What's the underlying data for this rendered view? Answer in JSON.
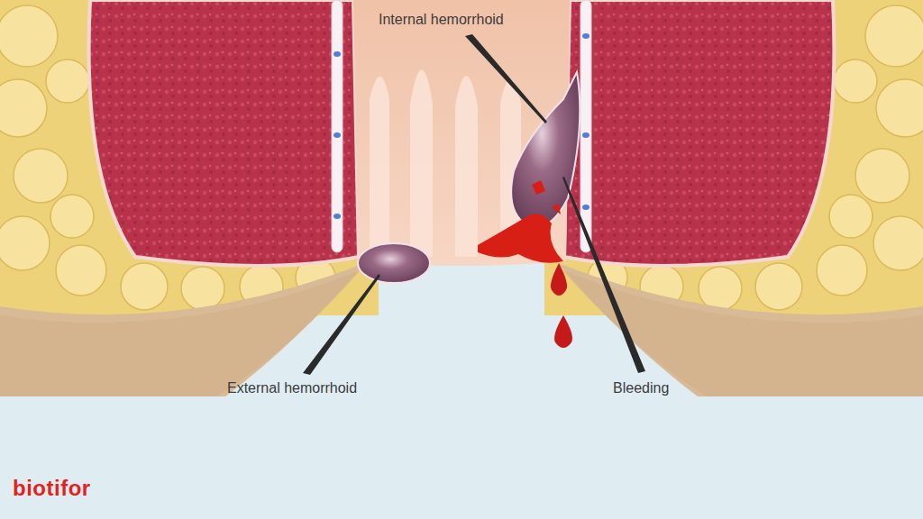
{
  "diagram": {
    "labels": [
      "Internal hemorrhoid",
      "External hemorrhoid",
      "Bleeding",
      "biotifor"
    ]
  }
}
